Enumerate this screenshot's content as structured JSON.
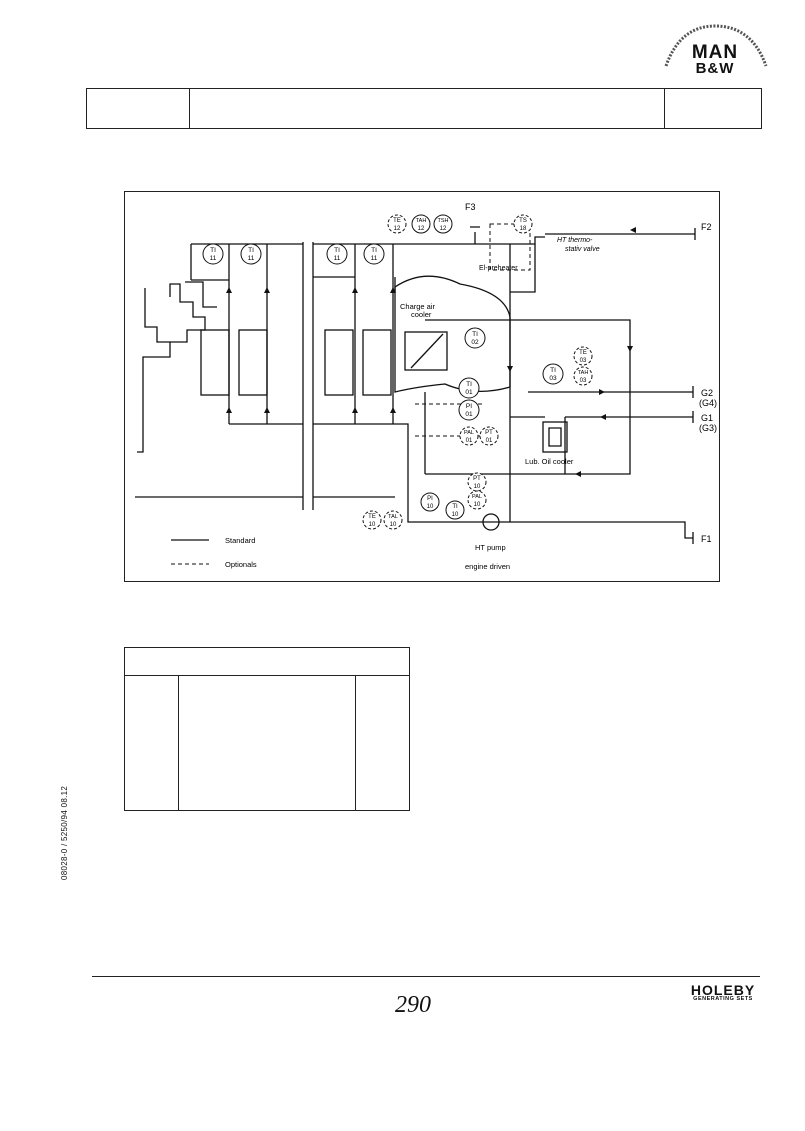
{
  "logo": {
    "line1": "MAN",
    "line2": "B&W"
  },
  "diagram": {
    "connections": {
      "f3": "F3",
      "f2": "F2",
      "f1": "F1",
      "g2": "G2",
      "g4": "(G4)",
      "g1": "G1",
      "g3": "(G3)"
    },
    "components": {
      "ht_thermostat_l1": "HT thermo-",
      "ht_thermostat_l2": "stativ valve",
      "el_preheater": "El-preheater",
      "charge_air_l1": "Charge air",
      "charge_air_l2": "cooler",
      "lub_oil_cooler": "Lub. Oil cooler",
      "ht_pump_l1": "HT pump",
      "ht_pump_l2": "engine driven"
    },
    "instruments": {
      "ti11_a": [
        "TI",
        "11"
      ],
      "ti11_b": [
        "TI",
        "11"
      ],
      "ti11_c": [
        "TI",
        "11"
      ],
      "ti11_d": [
        "TI",
        "11"
      ],
      "te12": [
        "TE",
        "12"
      ],
      "tah12": [
        "TAH",
        "12"
      ],
      "tsh12": [
        "TSH",
        "12"
      ],
      "ts18": [
        "TS",
        "18"
      ],
      "ti02": [
        "TI",
        "02"
      ],
      "ti01": [
        "TI",
        "01"
      ],
      "pi01": [
        "PI",
        "01"
      ],
      "pal01": [
        "PAL",
        "01"
      ],
      "pt01": [
        "PT",
        "01"
      ],
      "ti03": [
        "TI",
        "03"
      ],
      "te03": [
        "TE",
        "03"
      ],
      "tah03": [
        "TAH",
        "03"
      ],
      "pt10": [
        "PT",
        "10"
      ],
      "pal10": [
        "PAL",
        "10"
      ],
      "pi10": [
        "PI",
        "10"
      ],
      "ti10": [
        "TI",
        "10"
      ],
      "te10": [
        "TE",
        "10"
      ],
      "tal10": [
        "TAL",
        "10"
      ]
    },
    "legend": {
      "standard": "Standard",
      "optionals": "Optionals"
    }
  },
  "side_code": "08028-0 / 5250/94 08.12",
  "page_number": "290",
  "footer_brand": {
    "line1": "HOLEBY",
    "line2": "GENERATING SETS"
  }
}
